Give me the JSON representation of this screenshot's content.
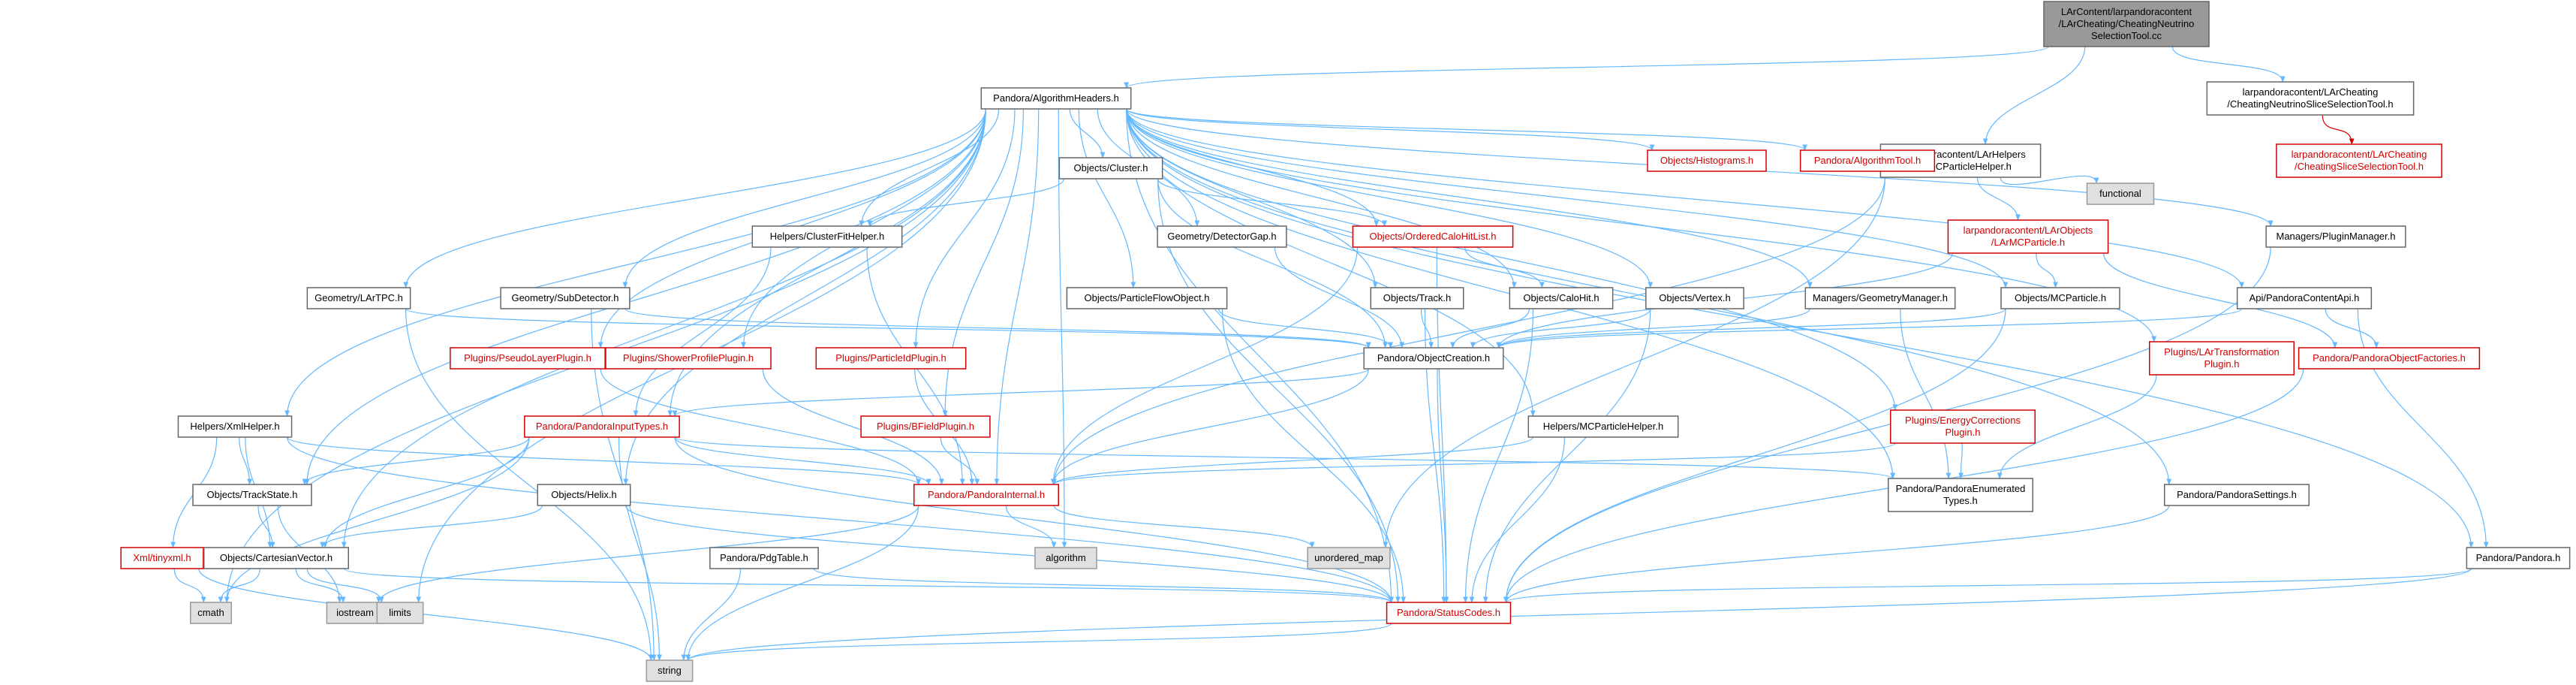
{
  "colors": {
    "edge": "#63b8ff",
    "red_edge": "#d00000",
    "red_text": "#d00000",
    "node_border": "#666666",
    "system_fill": "#e0e0e0",
    "root_fill": "#999999"
  },
  "nodes": [
    {
      "id": "root",
      "lines": [
        "LArContent/larpandoracontent",
        "/LArCheating/CheatingNeutrino",
        "SelectionTool.cc"
      ],
      "kind": "root"
    },
    {
      "id": "alghdr",
      "lines": [
        "Pandora/AlgorithmHeaders.h"
      ],
      "kind": "normal"
    },
    {
      "id": "cheatneu",
      "lines": [
        "larpandoracontent/LArCheating",
        "/CheatingNeutrinoSliceSelectionTool.h"
      ],
      "kind": "normal"
    },
    {
      "id": "cheatslice",
      "lines": [
        "larpandoracontent/LArCheating",
        "/CheatingSliceSelectionTool.h"
      ],
      "kind": "red"
    },
    {
      "id": "lhelpers",
      "lines": [
        "larpandoracontent/LArHelpers",
        "/LArMCParticleHelper.h"
      ],
      "kind": "normal"
    },
    {
      "id": "functional",
      "lines": [
        "functional"
      ],
      "kind": "sys"
    },
    {
      "id": "lobjects",
      "lines": [
        "larpandoracontent/LArObjects",
        "/LArMCParticle.h"
      ],
      "kind": "red"
    },
    {
      "id": "histograms",
      "lines": [
        "Objects/Histograms.h"
      ],
      "kind": "red"
    },
    {
      "id": "algtool",
      "lines": [
        "Pandora/AlgorithmTool.h"
      ],
      "kind": "red"
    },
    {
      "id": "pluginmgr",
      "lines": [
        "Managers/PluginManager.h"
      ],
      "kind": "normal"
    },
    {
      "id": "cluster",
      "lines": [
        "Objects/Cluster.h"
      ],
      "kind": "normal"
    },
    {
      "id": "clusterfit",
      "lines": [
        "Helpers/ClusterFitHelper.h"
      ],
      "kind": "normal"
    },
    {
      "id": "detgap",
      "lines": [
        "Geometry/DetectorGap.h"
      ],
      "kind": "normal"
    },
    {
      "id": "ocalolist",
      "lines": [
        "Objects/OrderedCaloHitList.h"
      ],
      "kind": "red"
    },
    {
      "id": "lartpc",
      "lines": [
        "Geometry/LArTPC.h"
      ],
      "kind": "normal"
    },
    {
      "id": "subdet",
      "lines": [
        "Geometry/SubDetector.h"
      ],
      "kind": "normal"
    },
    {
      "id": "pfo",
      "lines": [
        "Objects/ParticleFlowObject.h"
      ],
      "kind": "normal"
    },
    {
      "id": "track",
      "lines": [
        "Objects/Track.h"
      ],
      "kind": "normal"
    },
    {
      "id": "calohit",
      "lines": [
        "Objects/CaloHit.h"
      ],
      "kind": "normal"
    },
    {
      "id": "vertex",
      "lines": [
        "Objects/Vertex.h"
      ],
      "kind": "normal"
    },
    {
      "id": "geomgr",
      "lines": [
        "Managers/GeometryManager.h"
      ],
      "kind": "normal"
    },
    {
      "id": "mcparticle",
      "lines": [
        "Objects/MCParticle.h"
      ],
      "kind": "normal"
    },
    {
      "id": "contentapi",
      "lines": [
        "Api/PandoraContentApi.h"
      ],
      "kind": "normal"
    },
    {
      "id": "pseudolayer",
      "lines": [
        "Plugins/PseudoLayerPlugin.h"
      ],
      "kind": "red"
    },
    {
      "id": "showerprofile",
      "lines": [
        "Plugins/ShowerProfilePlugin.h"
      ],
      "kind": "red"
    },
    {
      "id": "particleid",
      "lines": [
        "Plugins/ParticleIdPlugin.h"
      ],
      "kind": "red"
    },
    {
      "id": "objcreation",
      "lines": [
        "Pandora/ObjectCreation.h"
      ],
      "kind": "normal"
    },
    {
      "id": "lartransform",
      "lines": [
        "Plugins/LArTransformation",
        "Plugin.h"
      ],
      "kind": "red"
    },
    {
      "id": "objfactories",
      "lines": [
        "Pandora/PandoraObjectFactories.h"
      ],
      "kind": "red"
    },
    {
      "id": "xmlhelper",
      "lines": [
        "Helpers/XmlHelper.h"
      ],
      "kind": "normal"
    },
    {
      "id": "inputtypes",
      "lines": [
        "Pandora/PandoraInputTypes.h"
      ],
      "kind": "red"
    },
    {
      "id": "bfield",
      "lines": [
        "Plugins/BFieldPlugin.h"
      ],
      "kind": "red"
    },
    {
      "id": "mcphelper",
      "lines": [
        "Helpers/MCParticleHelper.h"
      ],
      "kind": "normal"
    },
    {
      "id": "energycorr",
      "lines": [
        "Plugins/EnergyCorrections",
        "Plugin.h"
      ],
      "kind": "red"
    },
    {
      "id": "trackstate",
      "lines": [
        "Objects/TrackState.h"
      ],
      "kind": "normal"
    },
    {
      "id": "pinternal",
      "lines": [
        "Pandora/PandoraInternal.h"
      ],
      "kind": "red"
    },
    {
      "id": "enumtypes",
      "lines": [
        "Pandora/PandoraEnumerated",
        "Types.h"
      ],
      "kind": "normal"
    },
    {
      "id": "psettings",
      "lines": [
        "Pandora/PandoraSettings.h"
      ],
      "kind": "normal"
    },
    {
      "id": "helix",
      "lines": [
        "Objects/Helix.h"
      ],
      "kind": "normal"
    },
    {
      "id": "tinyxml",
      "lines": [
        "Xml/tinyxml.h"
      ],
      "kind": "red"
    },
    {
      "id": "cartesian",
      "lines": [
        "Objects/CartesianVector.h"
      ],
      "kind": "normal"
    },
    {
      "id": "pdgtable",
      "lines": [
        "Pandora/PdgTable.h"
      ],
      "kind": "normal"
    },
    {
      "id": "algorithm",
      "lines": [
        "algorithm"
      ],
      "kind": "sys"
    },
    {
      "id": "unorderedmap",
      "lines": [
        "unordered_map"
      ],
      "kind": "sys"
    },
    {
      "id": "pandorah",
      "lines": [
        "Pandora/Pandora.h"
      ],
      "kind": "normal"
    },
    {
      "id": "cmath",
      "lines": [
        "cmath"
      ],
      "kind": "sys"
    },
    {
      "id": "iostream",
      "lines": [
        "iostream"
      ],
      "kind": "sys"
    },
    {
      "id": "limits",
      "lines": [
        "limits"
      ],
      "kind": "sys"
    },
    {
      "id": "statuscodes",
      "lines": [
        "Pandora/StatusCodes.h"
      ],
      "kind": "red"
    },
    {
      "id": "string",
      "lines": [
        "string"
      ],
      "kind": "sys"
    }
  ],
  "edges": [
    [
      "root",
      "alghdr"
    ],
    [
      "root",
      "cheatneu"
    ],
    [
      "root",
      "lhelpers"
    ],
    [
      "cheatneu",
      "cheatslice",
      "red"
    ],
    [
      "alghdr",
      "histograms"
    ],
    [
      "alghdr",
      "algtool"
    ],
    [
      "alghdr",
      "pluginmgr"
    ],
    [
      "alghdr",
      "cluster"
    ],
    [
      "alghdr",
      "clusterfit"
    ],
    [
      "alghdr",
      "detgap"
    ],
    [
      "alghdr",
      "ocalolist"
    ],
    [
      "alghdr",
      "lartpc"
    ],
    [
      "alghdr",
      "subdet"
    ],
    [
      "alghdr",
      "pfo"
    ],
    [
      "alghdr",
      "track"
    ],
    [
      "alghdr",
      "calohit"
    ],
    [
      "alghdr",
      "vertex"
    ],
    [
      "alghdr",
      "geomgr"
    ],
    [
      "alghdr",
      "mcparticle"
    ],
    [
      "alghdr",
      "contentapi"
    ],
    [
      "alghdr",
      "pseudolayer"
    ],
    [
      "alghdr",
      "showerprofile"
    ],
    [
      "alghdr",
      "particleid"
    ],
    [
      "alghdr",
      "lartransform"
    ],
    [
      "alghdr",
      "xmlhelper"
    ],
    [
      "alghdr",
      "inputtypes"
    ],
    [
      "alghdr",
      "bfield"
    ],
    [
      "alghdr",
      "mcphelper"
    ],
    [
      "alghdr",
      "energycorr"
    ],
    [
      "alghdr",
      "trackstate"
    ],
    [
      "alghdr",
      "pinternal"
    ],
    [
      "alghdr",
      "enumtypes"
    ],
    [
      "alghdr",
      "psettings"
    ],
    [
      "alghdr",
      "helix"
    ],
    [
      "alghdr",
      "cartesian"
    ],
    [
      "alghdr",
      "algorithm"
    ],
    [
      "alghdr",
      "pandorah"
    ],
    [
      "alghdr",
      "cmath"
    ],
    [
      "alghdr",
      "limits"
    ],
    [
      "alghdr",
      "statuscodes"
    ],
    [
      "lhelpers",
      "functional"
    ],
    [
      "lhelpers",
      "lobjects"
    ],
    [
      "lhelpers",
      "unorderedmap"
    ],
    [
      "lhelpers",
      "pinternal"
    ],
    [
      "lobjects",
      "mcparticle"
    ],
    [
      "lobjects",
      "objfactories"
    ],
    [
      "lobjects",
      "objcreation"
    ],
    [
      "cluster",
      "clusterfit"
    ],
    [
      "cluster",
      "ocalolist"
    ],
    [
      "cluster",
      "objcreation"
    ],
    [
      "cluster",
      "statuscodes"
    ],
    [
      "clusterfit",
      "inputtypes"
    ],
    [
      "clusterfit",
      "pinternal"
    ],
    [
      "detgap",
      "objcreation"
    ],
    [
      "ocalolist",
      "calohit"
    ],
    [
      "ocalolist",
      "pinternal"
    ],
    [
      "ocalolist",
      "statuscodes"
    ],
    [
      "lartpc",
      "objcreation"
    ],
    [
      "lartpc",
      "string"
    ],
    [
      "subdet",
      "objcreation"
    ],
    [
      "subdet",
      "string"
    ],
    [
      "pfo",
      "objcreation"
    ],
    [
      "pfo",
      "statuscodes"
    ],
    [
      "track",
      "objcreation"
    ],
    [
      "track",
      "statuscodes"
    ],
    [
      "calohit",
      "objcreation"
    ],
    [
      "calohit",
      "statuscodes"
    ],
    [
      "vertex",
      "objcreation"
    ],
    [
      "vertex",
      "statuscodes"
    ],
    [
      "geomgr",
      "objcreation"
    ],
    [
      "geomgr",
      "enumtypes"
    ],
    [
      "mcparticle",
      "objcreation"
    ],
    [
      "mcparticle",
      "statuscodes"
    ],
    [
      "contentapi",
      "objcreation"
    ],
    [
      "contentapi",
      "objfactories"
    ],
    [
      "contentapi",
      "pandorah"
    ],
    [
      "pluginmgr",
      "statuscodes"
    ],
    [
      "pseudolayer",
      "pinternal"
    ],
    [
      "showerprofile",
      "pinternal"
    ],
    [
      "particleid",
      "pinternal"
    ],
    [
      "bfield",
      "pinternal"
    ],
    [
      "objcreation",
      "inputtypes"
    ],
    [
      "objcreation",
      "pinternal"
    ],
    [
      "objcreation",
      "statuscodes"
    ],
    [
      "lartransform",
      "enumtypes"
    ],
    [
      "objfactories",
      "statuscodes"
    ],
    [
      "xmlhelper",
      "trackstate"
    ],
    [
      "xmlhelper",
      "cartesian"
    ],
    [
      "xmlhelper",
      "tinyxml"
    ],
    [
      "xmlhelper",
      "pinternal"
    ],
    [
      "xmlhelper",
      "statuscodes"
    ],
    [
      "inputtypes",
      "trackstate"
    ],
    [
      "inputtypes",
      "cartesian"
    ],
    [
      "inputtypes",
      "pinternal"
    ],
    [
      "inputtypes",
      "enumtypes"
    ],
    [
      "inputtypes",
      "statuscodes"
    ],
    [
      "inputtypes",
      "string"
    ],
    [
      "inputtypes",
      "cmath"
    ],
    [
      "mcphelper",
      "pinternal"
    ],
    [
      "mcphelper",
      "statuscodes"
    ],
    [
      "energycorr",
      "pinternal"
    ],
    [
      "energycorr",
      "enumtypes"
    ],
    [
      "trackstate",
      "cartesian"
    ],
    [
      "trackstate",
      "iostream"
    ],
    [
      "pinternal",
      "algorithm"
    ],
    [
      "pinternal",
      "unorderedmap"
    ],
    [
      "pinternal",
      "string"
    ],
    [
      "pinternal",
      "iostream"
    ],
    [
      "psettings",
      "statuscodes"
    ],
    [
      "helix",
      "cartesian"
    ],
    [
      "helix",
      "statuscodes"
    ],
    [
      "tinyxml",
      "cmath"
    ],
    [
      "tinyxml",
      "string"
    ],
    [
      "cartesian",
      "cmath"
    ],
    [
      "cartesian",
      "iostream"
    ],
    [
      "cartesian",
      "limits"
    ],
    [
      "cartesian",
      "statuscodes"
    ],
    [
      "pdgtable",
      "statuscodes"
    ],
    [
      "pdgtable",
      "string"
    ],
    [
      "pandorah",
      "statuscodes"
    ],
    [
      "pandorah",
      "string"
    ],
    [
      "statuscodes",
      "string"
    ]
  ]
}
